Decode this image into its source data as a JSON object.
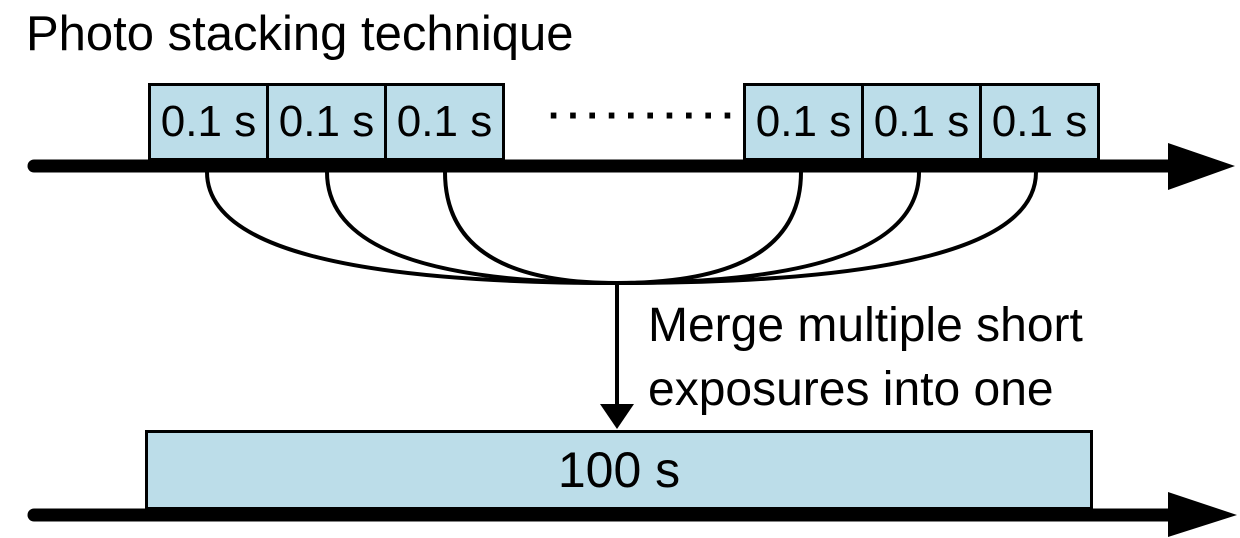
{
  "title": "Photo stacking technique",
  "colors": {
    "box_fill": "#bcdde9",
    "box_border": "#000000",
    "stroke": "#000000"
  },
  "top_timeline": {
    "boxes": [
      {
        "label": "0.1 s"
      },
      {
        "label": "0.1 s"
      },
      {
        "label": "0.1 s"
      },
      {
        "label": "0.1 s"
      },
      {
        "label": "0.1 s"
      },
      {
        "label": "0.1 s"
      }
    ],
    "ellipsis": "············"
  },
  "merge_annotation": {
    "line1": "Merge multiple short",
    "line2": "exposures into one"
  },
  "bottom_timeline": {
    "box_label": "100 s"
  }
}
